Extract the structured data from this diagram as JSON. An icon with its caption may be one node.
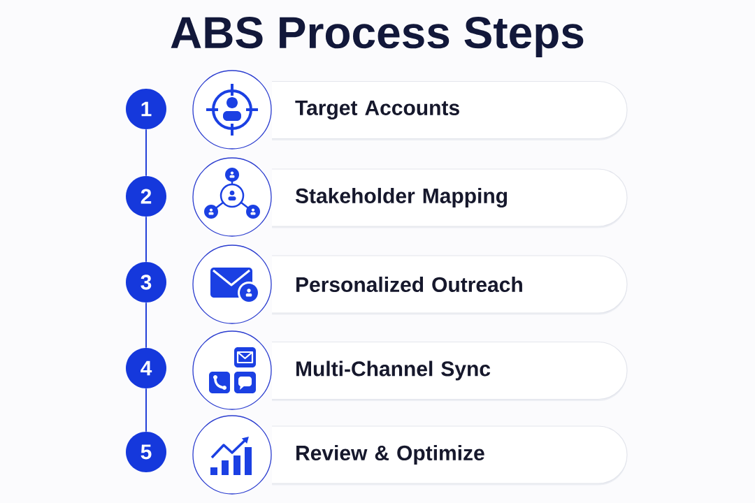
{
  "diagram": {
    "title": "ABS Process Steps",
    "nodes": [
      {
        "text": [
          "1"
        ]
      },
      {
        "text": [
          "Target Accounts"
        ]
      },
      {
        "text": [
          "2"
        ]
      },
      {
        "text": [
          "Stakeholder Mapping"
        ]
      },
      {
        "text": [
          "3"
        ]
      },
      {
        "text": [
          "Personalized Outreach"
        ]
      },
      {
        "text": [
          "4"
        ]
      },
      {
        "text": [
          "Multi-Channel Sync"
        ]
      },
      {
        "text": [
          "5"
        ]
      },
      {
        "text": [
          "Review & Optimize"
        ]
      }
    ],
    "edges": [
      {
        "from": 0,
        "to": 2,
        "arrow": "none"
      },
      {
        "from": 2,
        "to": 4,
        "arrow": "none"
      },
      {
        "from": 4,
        "to": 6,
        "arrow": "none"
      },
      {
        "from": 6,
        "to": 8,
        "arrow": "none"
      }
    ]
  }
}
